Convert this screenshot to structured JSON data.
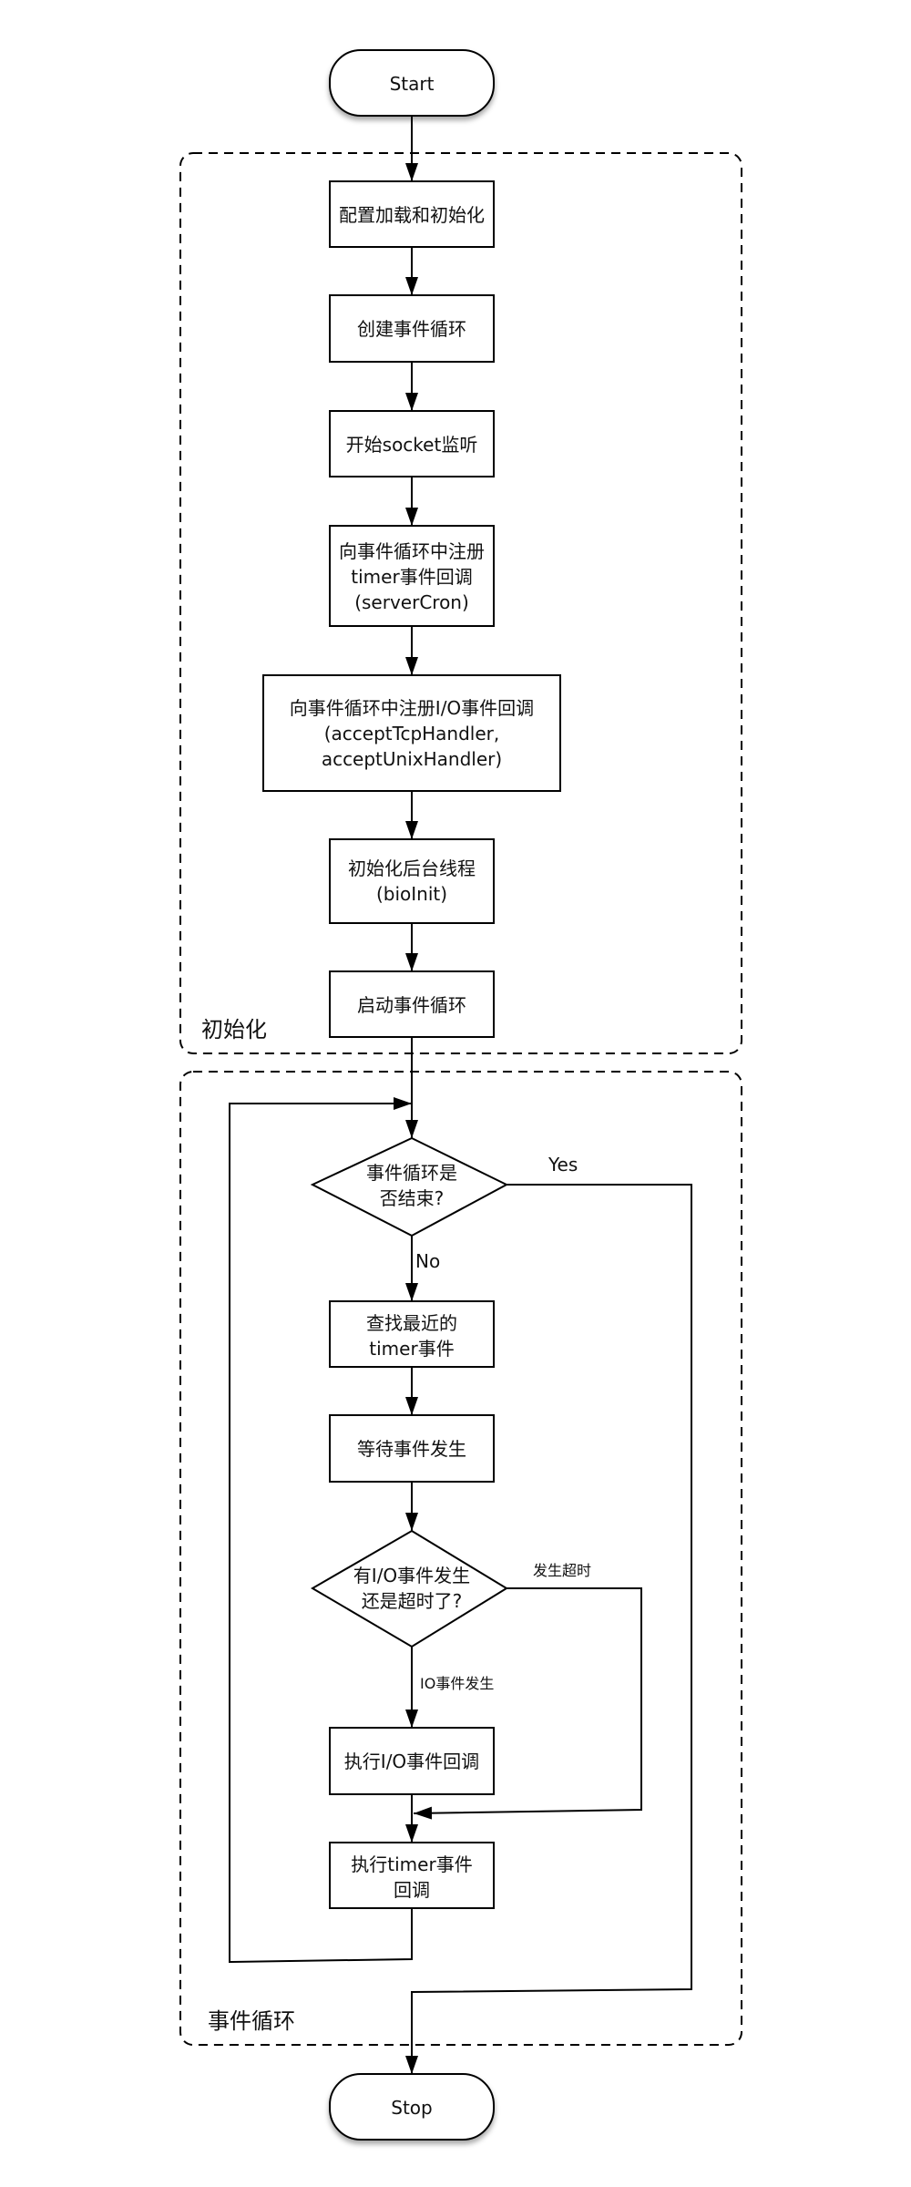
{
  "nodes": {
    "start": "Start",
    "config": "配置加载和初始化",
    "create_loop": "创建事件循环",
    "socket": "开始socket监听",
    "timer_reg": [
      "向事件循环中注册",
      "timer事件回调",
      "(serverCron)"
    ],
    "io_reg": [
      "向事件循环中注册I/O事件回调",
      "(acceptTcpHandler,",
      "acceptUnixHandler)"
    ],
    "bio": [
      "初始化后台线程",
      "(bioInit)"
    ],
    "start_loop": "启动事件循环",
    "loop_end": [
      "事件循环是",
      "否结束?"
    ],
    "find_timer": [
      "查找最近的",
      "timer事件"
    ],
    "wait": "等待事件发生",
    "io_or_timeout": [
      "有I/O事件发生",
      "还是超时了?"
    ],
    "exec_io": "执行I/O事件回调",
    "exec_timer": [
      "执行timer事件",
      "回调"
    ],
    "stop": "Stop"
  },
  "edge_labels": {
    "yes": "Yes",
    "no": "No",
    "timeout": "发生超时",
    "io_happen": "IO事件发生"
  },
  "groups": {
    "init": "初始化",
    "event_loop": "事件循环"
  }
}
